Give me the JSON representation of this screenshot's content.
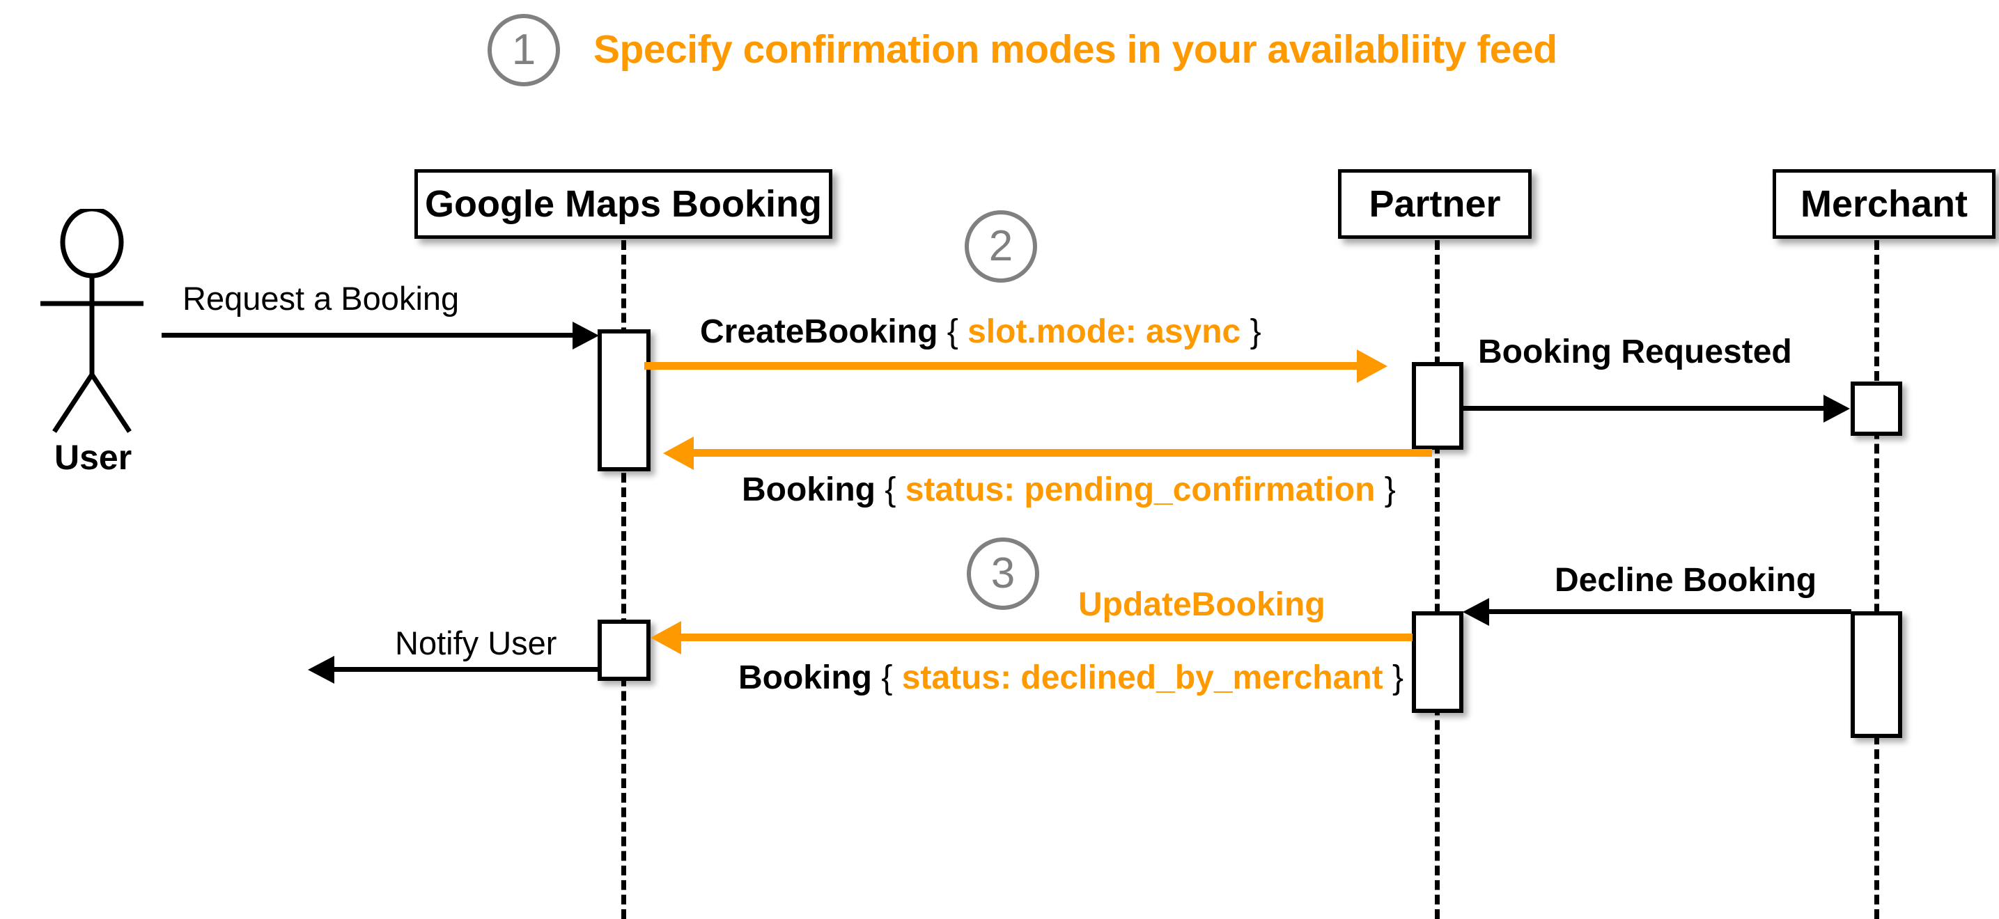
{
  "title": {
    "step": "1",
    "text": "Specify confirmation modes in your availabliity feed"
  },
  "steps": {
    "two": "2",
    "three": "3"
  },
  "actor": {
    "label": "User",
    "icon": "stick-figure-actor-icon"
  },
  "participants": [
    {
      "id": "gmb",
      "label": "Google Maps Booking"
    },
    {
      "id": "partner",
      "label": "Partner"
    },
    {
      "id": "merchant",
      "label": "Merchant"
    }
  ],
  "messages": [
    {
      "id": "request-a-booking",
      "label": "Request a Booking",
      "from": "user",
      "to": "gmb",
      "style": "plain-black",
      "direction": "right"
    },
    {
      "id": "create-booking",
      "prefix": "CreateBooking",
      "open_brace": "{",
      "payload": "slot.mode: async",
      "close_brace": "}",
      "from": "gmb",
      "to": "partner",
      "style": "orange",
      "direction": "right"
    },
    {
      "id": "booking-requested",
      "label": "Booking Requested",
      "from": "partner",
      "to": "merchant",
      "style": "bold-black",
      "direction": "right"
    },
    {
      "id": "booking-pending-confirmation",
      "prefix": "Booking",
      "open_brace": "{",
      "payload": "status: pending_confirmation",
      "close_brace": "}",
      "from": "partner",
      "to": "gmb",
      "style": "orange",
      "direction": "left"
    },
    {
      "id": "decline-booking",
      "label": "Decline Booking",
      "from": "merchant",
      "to": "partner",
      "style": "bold-black",
      "direction": "left"
    },
    {
      "id": "update-booking",
      "prefix": "UpdateBooking",
      "payload_line": "Booking",
      "open_brace": "{",
      "payload": "status: declined_by_merchant",
      "close_brace": "}",
      "from": "partner",
      "to": "gmb",
      "style": "orange",
      "direction": "left"
    },
    {
      "id": "notify-user",
      "label": "Notify User",
      "from": "gmb",
      "to": "user",
      "style": "plain-black",
      "direction": "left"
    }
  ],
  "colors": {
    "accent_orange": "#FF9900",
    "line_black": "#000000",
    "step_grey": "#808080",
    "background": "#FFFFFF"
  }
}
